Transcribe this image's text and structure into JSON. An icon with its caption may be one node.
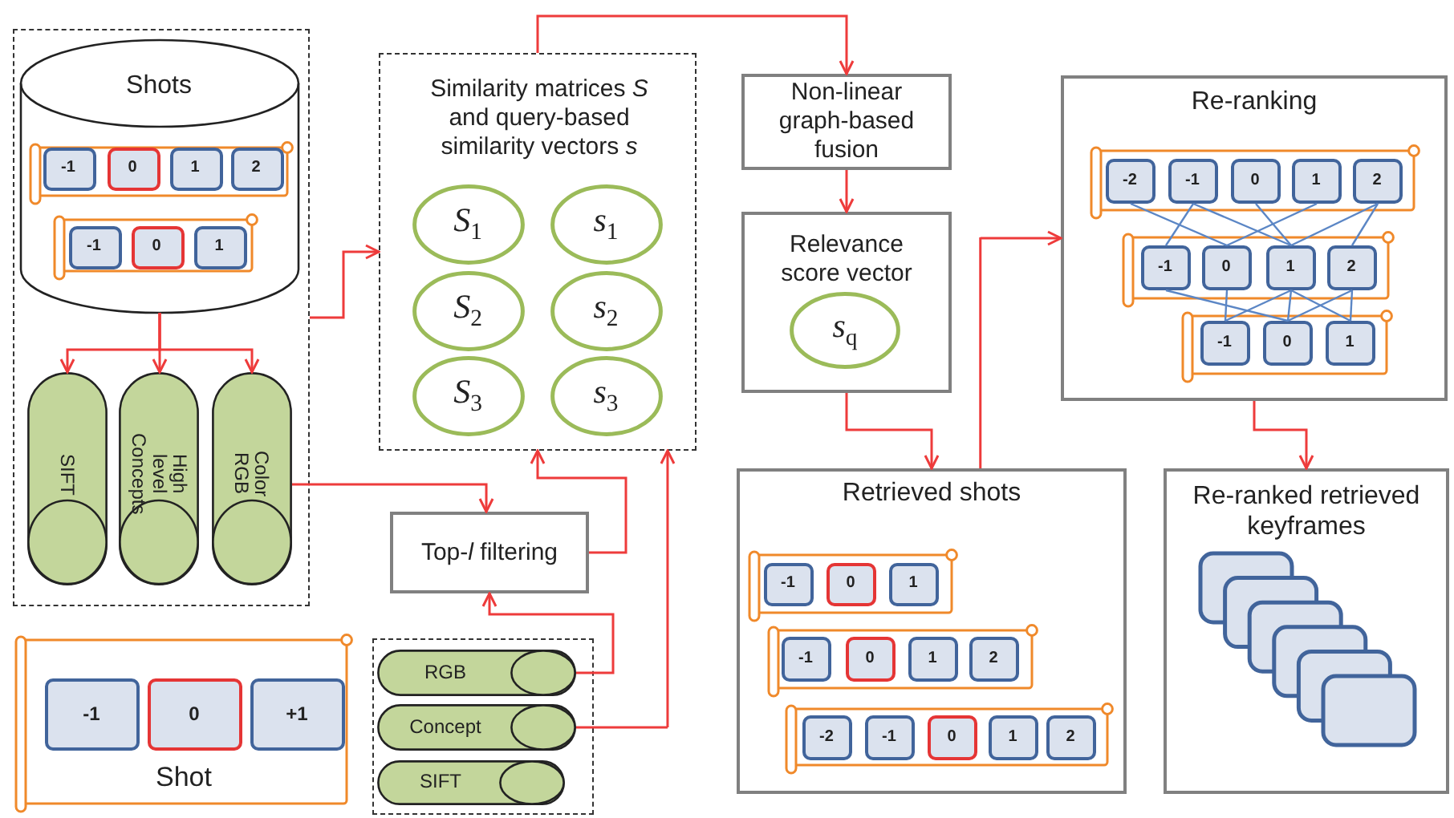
{
  "diagram": {
    "nodes": [
      {
        "text": [],
        "shape": "box"
      },
      {
        "text": [
          "Shots"
        ],
        "in": 0
      },
      {
        "text": [],
        "shape": "scroll",
        "in": 1
      },
      {
        "text": [
          "-1"
        ],
        "in": 2
      },
      {
        "text": [
          "0"
        ],
        "in": 2
      },
      {
        "text": [
          "1"
        ],
        "in": 2
      },
      {
        "text": [
          "2"
        ],
        "in": 2
      },
      {
        "text": [],
        "shape": "scroll",
        "in": 1
      },
      {
        "text": [
          "-1"
        ],
        "in": 7
      },
      {
        "text": [
          "0"
        ],
        "in": 7
      },
      {
        "text": [
          "1"
        ],
        "in": 7
      },
      {
        "text": [
          "SIFT"
        ],
        "in": 0
      },
      {
        "text": [
          "High level Concepts"
        ],
        "in": 0
      },
      {
        "text": [
          "Color RGB"
        ],
        "in": 0
      },
      {
        "text": [
          "Similarity matrices *S* and query-based similarity vectors *s*"
        ]
      },
      {
        "text": [
          "*S*$_{1}$"
        ],
        "in": 14
      },
      {
        "text": [
          "*s*$_{1}$"
        ],
        "in": 14
      },
      {
        "text": [
          "*S*$_{2}$"
        ],
        "in": 14
      },
      {
        "text": [
          "*s*$_{2}$"
        ],
        "in": 14
      },
      {
        "text": [
          "*S*$_{3}$"
        ],
        "in": 14
      },
      {
        "text": [
          "*s*$_{3}$"
        ],
        "in": 14
      },
      {
        "text": [
          "Top-*l* filtering"
        ]
      },
      {
        "text": [],
        "shape": "box"
      },
      {
        "text": [
          "RGB"
        ],
        "in": 22
      },
      {
        "text": [
          "Concept"
        ],
        "in": 22
      },
      {
        "text": [
          "SIFT"
        ],
        "in": 22
      },
      {
        "text": [
          "Shot"
        ]
      },
      {
        "text": [
          "-1"
        ],
        "in": 26
      },
      {
        "text": [
          "0"
        ],
        "in": 26
      },
      {
        "text": [
          "+1"
        ],
        "in": 26
      },
      {
        "text": [
          "Non-linear graph-based fusion"
        ]
      },
      {
        "text": [
          "Relevance score vector"
        ]
      },
      {
        "text": [
          "*s*$_{q}$"
        ],
        "in": 31
      },
      {
        "text": [
          "Retrieved shots"
        ]
      },
      {
        "text": [],
        "shape": "scroll",
        "in": 33
      },
      {
        "text": [
          "-1"
        ],
        "in": 34
      },
      {
        "text": [
          "0"
        ],
        "in": 34
      },
      {
        "text": [
          "1"
        ],
        "in": 34
      },
      {
        "text": [],
        "shape": "scroll",
        "in": 33
      },
      {
        "text": [
          "-1"
        ],
        "in": 38
      },
      {
        "text": [
          "0"
        ],
        "in": 38
      },
      {
        "text": [
          "1"
        ],
        "in": 38
      },
      {
        "text": [
          "2"
        ],
        "in": 38
      },
      {
        "text": [],
        "shape": "scroll",
        "in": 33
      },
      {
        "text": [
          "-2"
        ],
        "in": 43
      },
      {
        "text": [
          "-1"
        ],
        "in": 43
      },
      {
        "text": [
          "0"
        ],
        "in": 43
      },
      {
        "text": [
          "1"
        ],
        "in": 43
      },
      {
        "text": [
          "2"
        ],
        "in": 43
      },
      {
        "text": [
          "Re-ranking"
        ]
      },
      {
        "text": [],
        "shape": "scroll",
        "in": 49
      },
      {
        "text": [
          "-2"
        ],
        "in": 50
      },
      {
        "text": [
          "-1"
        ],
        "in": 50
      },
      {
        "text": [
          "0"
        ],
        "in": 50
      },
      {
        "text": [
          "1"
        ],
        "in": 50
      },
      {
        "text": [
          "2"
        ],
        "in": 50
      },
      {
        "text": [],
        "shape": "scroll",
        "in": 49
      },
      {
        "text": [
          "-1"
        ],
        "in": 56
      },
      {
        "text": [
          "0"
        ],
        "in": 56
      },
      {
        "text": [
          "1"
        ],
        "in": 56
      },
      {
        "text": [
          "2"
        ],
        "in": 56
      },
      {
        "text": [],
        "shape": "scroll",
        "in": 49
      },
      {
        "text": [
          "-1"
        ],
        "in": 61
      },
      {
        "text": [
          "0"
        ],
        "in": 61
      },
      {
        "text": [
          "1"
        ],
        "in": 61
      },
      {
        "text": [
          "Re-ranked retrieved keyframes"
        ]
      }
    ],
    "edges": [
      {
        "from": 1,
        "to": 11,
        "arrow": "to",
        "color": "#ee3b3b"
      },
      {
        "from": 1,
        "to": 12,
        "arrow": "to",
        "color": "#ee3b3b"
      },
      {
        "from": 1,
        "to": 13,
        "arrow": "to",
        "color": "#ee3b3b"
      },
      {
        "from": 0,
        "to": 14,
        "arrow": "to",
        "color": "#ee3b3b"
      },
      {
        "from": 13,
        "to": 21,
        "arrow": "to",
        "color": "#ee3b3b"
      },
      {
        "from": 21,
        "to": 14,
        "arrow": "to",
        "color": "#ee3b3b"
      },
      {
        "from": 23,
        "to": 21,
        "arrow": "to",
        "color": "#ee3b3b"
      },
      {
        "from": 24,
        "to": 14,
        "arrow": "to",
        "color": "#ee3b3b"
      },
      {
        "from": 14,
        "to": 30,
        "arrow": "to",
        "color": "#ee3b3b"
      },
      {
        "from": 30,
        "to": 31,
        "arrow": "to",
        "color": "#ee3b3b"
      },
      {
        "from": 31,
        "to": 33,
        "arrow": "to",
        "color": "#ee3b3b"
      },
      {
        "from": 33,
        "to": 49,
        "arrow": "to",
        "color": "#ee3b3b"
      },
      {
        "from": 49,
        "to": 65,
        "arrow": "to",
        "color": "#ee3b3b"
      },
      {
        "from": 51,
        "to": 58,
        "arrow": "none"
      },
      {
        "from": 52,
        "to": 57,
        "arrow": "none"
      },
      {
        "from": 52,
        "to": 59,
        "arrow": "none"
      },
      {
        "from": 53,
        "to": 59,
        "arrow": "none"
      },
      {
        "from": 54,
        "to": 58,
        "arrow": "none"
      },
      {
        "from": 55,
        "to": 59,
        "arrow": "none"
      },
      {
        "from": 55,
        "to": 60,
        "arrow": "none"
      },
      {
        "from": 57,
        "to": 63,
        "arrow": "none"
      },
      {
        "from": 58,
        "to": 62,
        "arrow": "none"
      },
      {
        "from": 59,
        "to": 62,
        "arrow": "none"
      },
      {
        "from": 59,
        "to": 63,
        "arrow": "none"
      },
      {
        "from": 59,
        "to": 64,
        "arrow": "none"
      },
      {
        "from": 60,
        "to": 63,
        "arrow": "none"
      },
      {
        "from": 60,
        "to": 64,
        "arrow": "none"
      }
    ]
  }
}
